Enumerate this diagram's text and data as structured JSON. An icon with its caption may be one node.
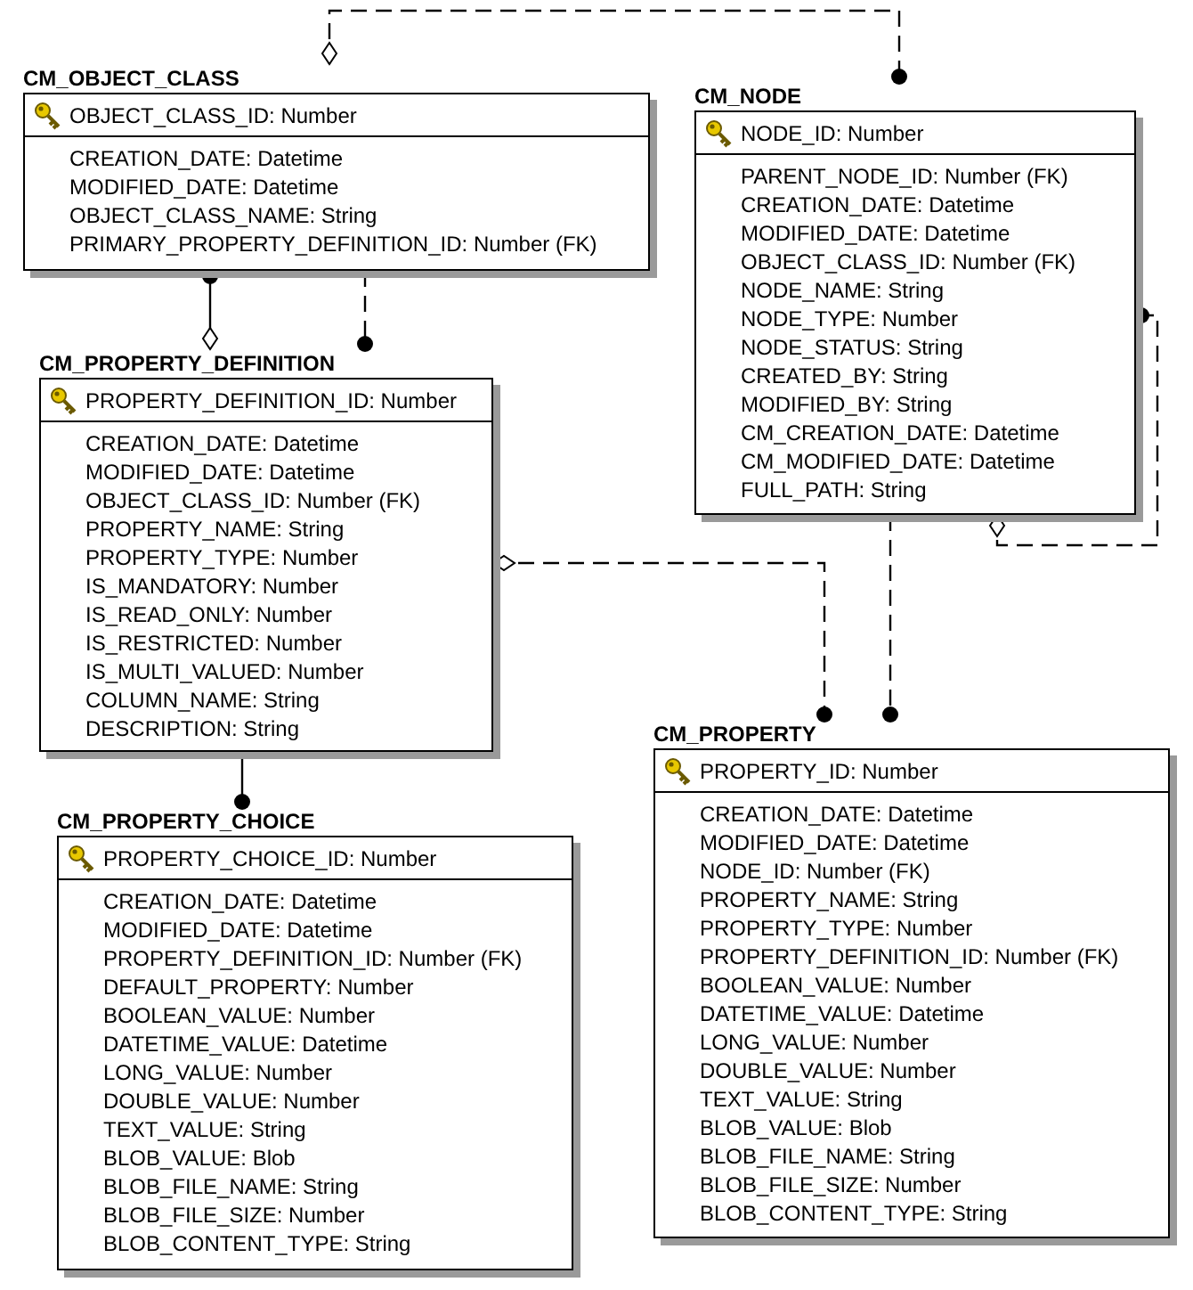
{
  "diagram": {
    "nodes": [
      {
        "text": [
          "CM_OBJECT_CLASS",
          "OBJECT_CLASS_ID: Number",
          "CREATION_DATE: Datetime",
          "MODIFIED_DATE: Datetime",
          "OBJECT_CLASS_NAME: String",
          "PRIMARY_PROPERTY_DEFINITION_ID: Number (FK)"
        ]
      },
      {
        "text": [
          "CM_NODE",
          "NODE_ID: Number",
          "PARENT_NODE_ID: Number (FK)",
          "CREATION_DATE: Datetime",
          "MODIFIED_DATE: Datetime",
          "OBJECT_CLASS_ID: Number (FK)",
          "NODE_NAME: String",
          "NODE_TYPE: Number",
          "NODE_STATUS: String",
          "CREATED_BY: String",
          "MODIFIED_BY: String",
          "CM_CREATION_DATE: Datetime",
          "CM_MODIFIED_DATE: Datetime",
          "FULL_PATH: String"
        ]
      },
      {
        "text": [
          "CM_PROPERTY_DEFINITION",
          "PROPERTY_DEFINITION_ID: Number",
          "CREATION_DATE: Datetime",
          "MODIFIED_DATE: Datetime",
          "OBJECT_CLASS_ID: Number (FK)",
          "PROPERTY_NAME: String",
          "PROPERTY_TYPE: Number",
          "IS_MANDATORY: Number",
          "IS_READ_ONLY: Number",
          "IS_RESTRICTED: Number",
          "IS_MULTI_VALUED: Number",
          "COLUMN_NAME: String",
          "DESCRIPTION: String"
        ]
      },
      {
        "text": [
          "CM_PROPERTY_CHOICE",
          "PROPERTY_CHOICE_ID: Number",
          "CREATION_DATE: Datetime",
          "MODIFIED_DATE: Datetime",
          "PROPERTY_DEFINITION_ID: Number (FK)",
          "DEFAULT_PROPERTY: Number",
          "BOOLEAN_VALUE: Number",
          "DATETIME_VALUE: Datetime",
          "LONG_VALUE: Number",
          "DOUBLE_VALUE: Number",
          "TEXT_VALUE: String",
          "BLOB_VALUE: Blob",
          "BLOB_FILE_NAME: String",
          "BLOB_FILE_SIZE: Number",
          "BLOB_CONTENT_TYPE: String"
        ]
      },
      {
        "text": [
          "CM_PROPERTY",
          "PROPERTY_ID: Number",
          "CREATION_DATE: Datetime",
          "MODIFIED_DATE: Datetime",
          "NODE_ID: Number (FK)",
          "PROPERTY_NAME: String",
          "PROPERTY_TYPE: Number",
          "PROPERTY_DEFINITION_ID: Number (FK)",
          "BOOLEAN_VALUE: Number",
          "DATETIME_VALUE: Datetime",
          "LONG_VALUE: Number",
          "DOUBLE_VALUE: Number",
          "TEXT_VALUE: String",
          "BLOB_VALUE: Blob",
          "BLOB_FILE_NAME: String",
          "BLOB_FILE_SIZE: Number",
          "BLOB_CONTENT_TYPE: String"
        ]
      }
    ],
    "edges": [
      {
        "from": 0,
        "to": 1,
        "arrow": "other",
        "style": "dashed"
      },
      {
        "from": 2,
        "to": 0,
        "arrow": "other"
      },
      {
        "from": 0,
        "to": 2,
        "arrow": "other",
        "style": "dashed"
      },
      {
        "from": 1,
        "to": 1,
        "arrow": "other",
        "style": "dashed"
      },
      {
        "from": 2,
        "to": 4,
        "arrow": "other",
        "style": "dashed"
      },
      {
        "from": 1,
        "to": 4,
        "arrow": "other",
        "style": "dashed"
      },
      {
        "from": 2,
        "to": 3,
        "arrow": "other"
      }
    ]
  }
}
